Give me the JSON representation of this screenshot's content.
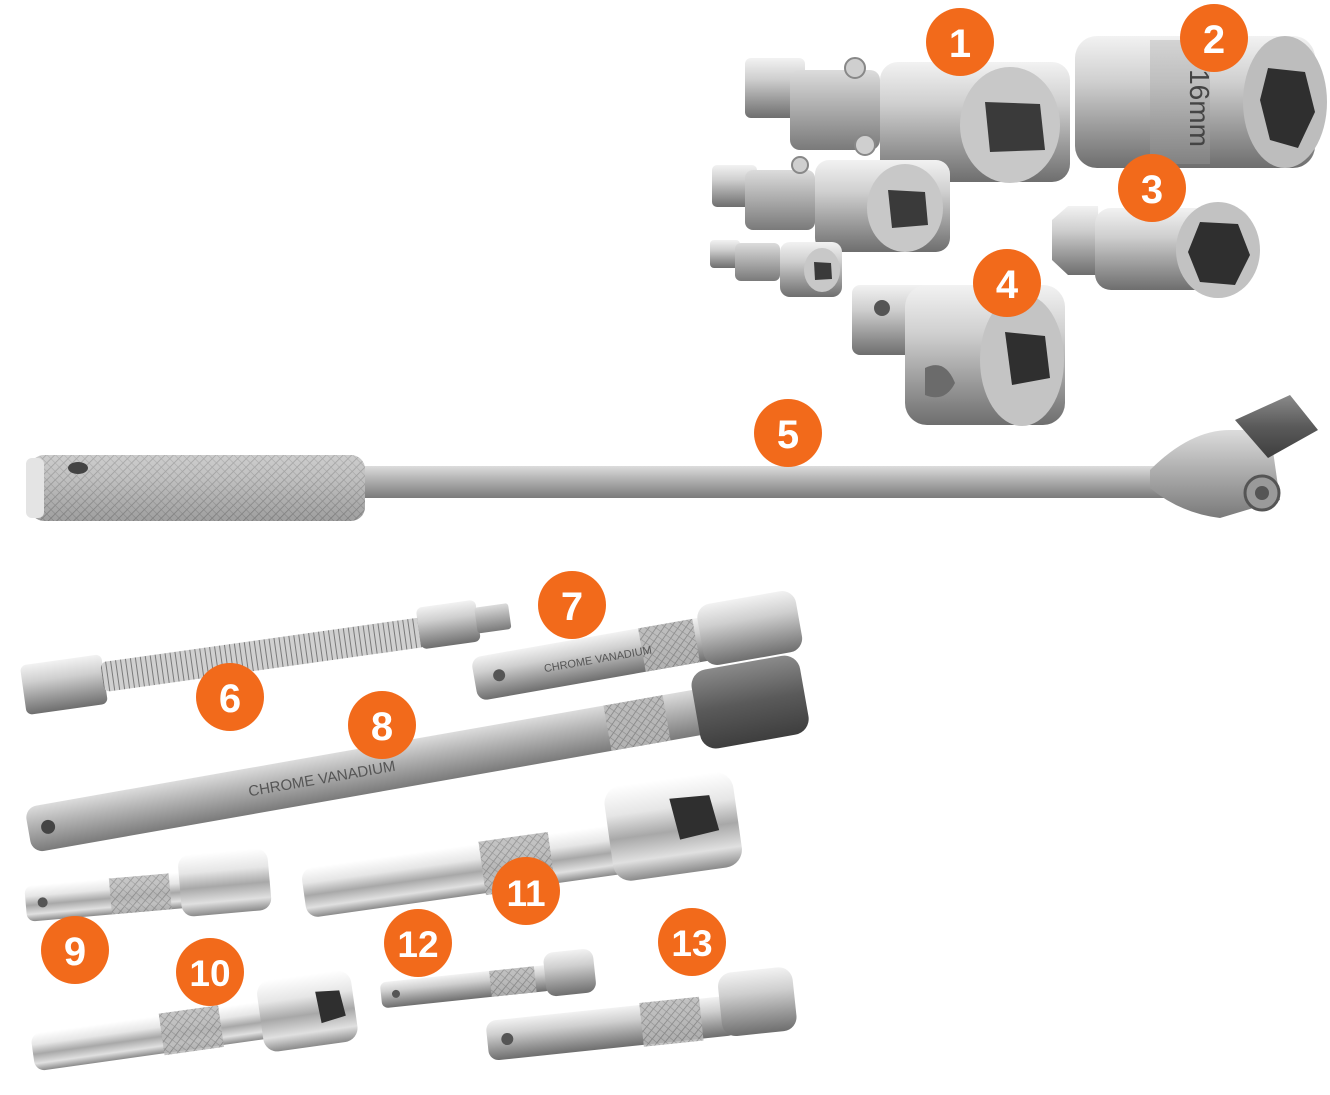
{
  "badge_color": "#f26a1b",
  "items": [
    {
      "number": "1",
      "icon": "universal-joint-set"
    },
    {
      "number": "2",
      "icon": "deep-socket"
    },
    {
      "number": "3",
      "icon": "spark-plug-socket"
    },
    {
      "number": "4",
      "icon": "socket-adapter"
    },
    {
      "number": "5",
      "icon": "breaker-bar"
    },
    {
      "number": "6",
      "icon": "flexible-extension"
    },
    {
      "number": "7",
      "icon": "extension-bar"
    },
    {
      "number": "8",
      "icon": "extension-bar-long"
    },
    {
      "number": "9",
      "icon": "extension-bar-short"
    },
    {
      "number": "10",
      "icon": "extension-bar"
    },
    {
      "number": "11",
      "icon": "extension-bar"
    },
    {
      "number": "12",
      "icon": "extension-bar-mini"
    },
    {
      "number": "13",
      "icon": "extension-bar"
    }
  ],
  "engravings": {
    "socket_size": "16mm",
    "extension_7": "CHROME VANADIUM",
    "extension_8": "CHROME VANADIUM"
  }
}
